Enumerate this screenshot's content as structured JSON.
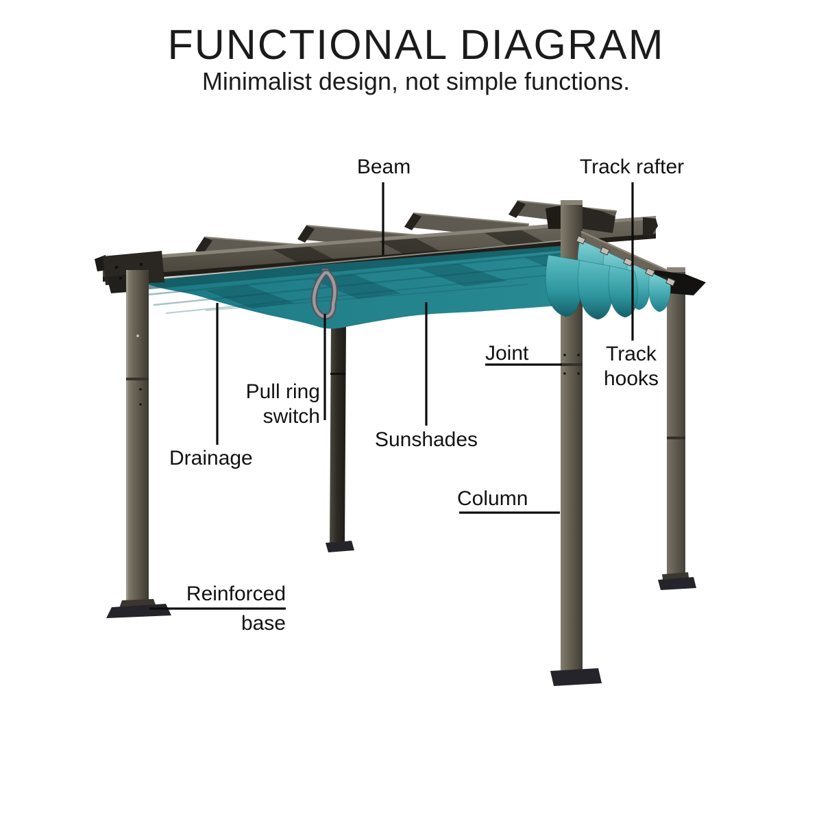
{
  "header": {
    "title": "FUNCTIONAL DIAGRAM",
    "subtitle": "Minimalist design, not simple functions."
  },
  "labels": {
    "beam": "Beam",
    "track_rafter": "Track rafter",
    "joint": "Joint",
    "track_hooks": {
      "l1": "Track",
      "l2": "hooks"
    },
    "pull_ring_switch": {
      "l1": "Pull ring",
      "l2": "switch"
    },
    "sunshades": "Sunshades",
    "drainage": "Drainage",
    "column": "Column",
    "reinforced_base": {
      "l1": "Reinforced",
      "l2": "base"
    }
  },
  "colors": {
    "canopy_teal": "#1f7e87",
    "canopy_fold_light": "#5fc0c5",
    "frame_gray": "#55504a",
    "frame_dark": "#211e1a",
    "leader_line": "#0c0c0c",
    "background": "#ffffff"
  }
}
